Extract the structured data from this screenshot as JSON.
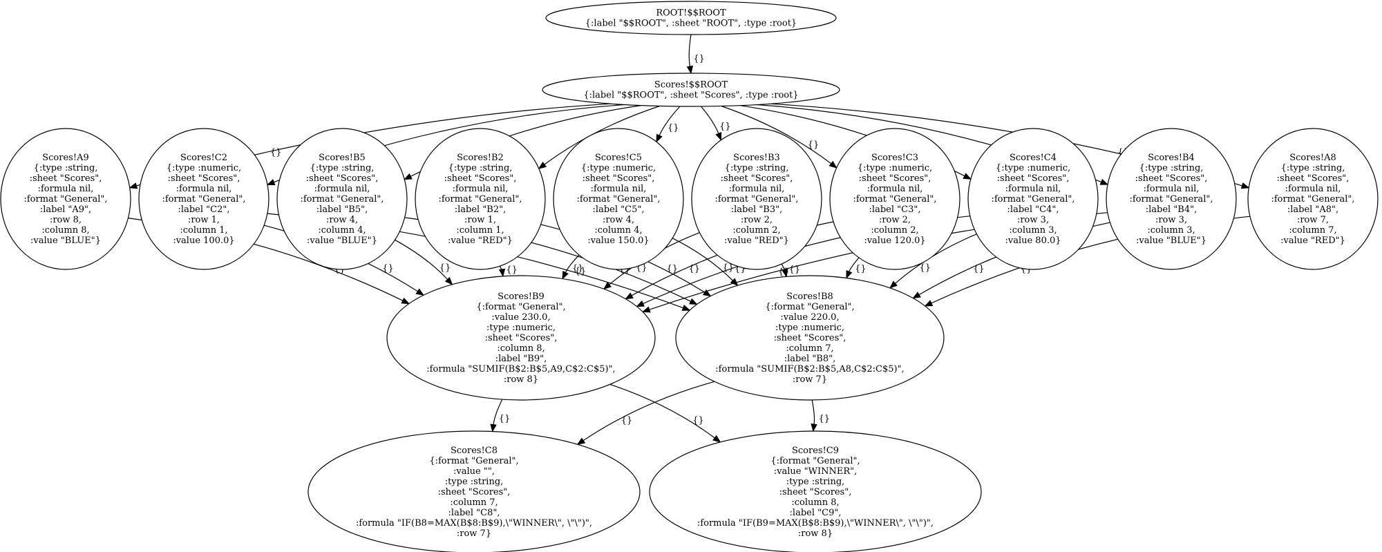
{
  "diagram": {
    "edge_label": "{}",
    "nodes": [
      {
        "id": "root",
        "lines": [
          "ROOT!$$ROOT",
          "{:label \"$$ROOT\", :sheet \"ROOT\", :type :root}"
        ]
      },
      {
        "id": "sroot",
        "lines": [
          "Scores!$$ROOT",
          "{:label \"$$ROOT\", :sheet \"Scores\", :type :root}"
        ]
      },
      {
        "id": "A9",
        "lines": [
          "Scores!A9",
          "{:type :string,",
          ":sheet \"Scores\",",
          ":formula nil,",
          ":format \"General\",",
          ":label \"A9\",",
          ":row 8,",
          ":column 8,",
          ":value \"BLUE\"}"
        ]
      },
      {
        "id": "C2",
        "lines": [
          "Scores!C2",
          "{:type :numeric,",
          ":sheet \"Scores\",",
          ":formula nil,",
          ":format \"General\",",
          ":label \"C2\",",
          ":row 1,",
          ":column 1,",
          ":value 100.0}"
        ]
      },
      {
        "id": "B5",
        "lines": [
          "Scores!B5",
          "{:type :string,",
          ":sheet \"Scores\",",
          ":formula nil,",
          ":format \"General\",",
          ":label \"B5\",",
          ":row 4,",
          ":column 4,",
          ":value \"BLUE\"}"
        ]
      },
      {
        "id": "B2",
        "lines": [
          "Scores!B2",
          "{:type :string,",
          ":sheet \"Scores\",",
          ":formula nil,",
          ":format \"General\",",
          ":label \"B2\",",
          ":row 1,",
          ":column 1,",
          ":value \"RED\"}"
        ]
      },
      {
        "id": "C5",
        "lines": [
          "Scores!C5",
          "{:type :numeric,",
          ":sheet \"Scores\",",
          ":formula nil,",
          ":format \"General\",",
          ":label \"C5\",",
          ":row 4,",
          ":column 4,",
          ":value 150.0}"
        ]
      },
      {
        "id": "B3",
        "lines": [
          "Scores!B3",
          "{:type :string,",
          ":sheet \"Scores\",",
          ":formula nil,",
          ":format \"General\",",
          ":label \"B3\",",
          ":row 2,",
          ":column 2,",
          ":value \"RED\"}"
        ]
      },
      {
        "id": "C3",
        "lines": [
          "Scores!C3",
          "{:type :numeric,",
          ":sheet \"Scores\",",
          ":formula nil,",
          ":format \"General\",",
          ":label \"C3\",",
          ":row 2,",
          ":column 2,",
          ":value 120.0}"
        ]
      },
      {
        "id": "C4",
        "lines": [
          "Scores!C4",
          "{:type :numeric,",
          ":sheet \"Scores\",",
          ":formula nil,",
          ":format \"General\",",
          ":label \"C4\",",
          ":row 3,",
          ":column 3,",
          ":value 80.0}"
        ]
      },
      {
        "id": "B4",
        "lines": [
          "Scores!B4",
          "{:type :string,",
          ":sheet \"Scores\",",
          ":formula nil,",
          ":format \"General\",",
          ":label \"B4\",",
          ":row 3,",
          ":column 3,",
          ":value \"BLUE\"}"
        ]
      },
      {
        "id": "A8",
        "lines": [
          "Scores!A8",
          "{:type :string,",
          ":sheet \"Scores\",",
          ":formula nil,",
          ":format \"General\",",
          ":label \"A8\",",
          ":row 7,",
          ":column 7,",
          ":value \"RED\"}"
        ]
      },
      {
        "id": "B9",
        "lines": [
          "Scores!B9",
          "{:format \"General\",",
          ":value 230.0,",
          ":type :numeric,",
          ":sheet \"Scores\",",
          ":column 8,",
          ":label \"B9\",",
          ":formula \"SUMIF(B$2:B$5,A9,C$2:C$5)\",",
          ":row 8}"
        ]
      },
      {
        "id": "B8",
        "lines": [
          "Scores!B8",
          "{:format \"General\",",
          ":value 220.0,",
          ":type :numeric,",
          ":sheet \"Scores\",",
          ":column 7,",
          ":label \"B8\",",
          ":formula \"SUMIF(B$2:B$5,A8,C$2:C$5)\",",
          ":row 7}"
        ]
      },
      {
        "id": "C8",
        "lines": [
          "Scores!C8",
          "{:format \"General\",",
          ":value \"\",",
          ":type :string,",
          ":sheet \"Scores\",",
          ":column 7,",
          ":label \"C8\",",
          ":formula \"IF(B8=MAX(B$8:B$9),\\\"WINNER\\\", \\\"\\\")\",",
          ":row 7}"
        ]
      },
      {
        "id": "C9",
        "lines": [
          "Scores!C9",
          "{:format \"General\",",
          ":value \"WINNER\",",
          ":type :string,",
          ":sheet \"Scores\",",
          ":column 8,",
          ":label \"C9\",",
          ":formula \"IF(B9=MAX(B$8:B$9),\\\"WINNER\\\", \\\"\\\")\",",
          ":row 8}"
        ]
      }
    ],
    "edges": [
      {
        "from": "root",
        "to": "sroot"
      },
      {
        "from": "sroot",
        "to": "A9"
      },
      {
        "from": "sroot",
        "to": "C2"
      },
      {
        "from": "sroot",
        "to": "B5"
      },
      {
        "from": "sroot",
        "to": "B2"
      },
      {
        "from": "sroot",
        "to": "C5"
      },
      {
        "from": "sroot",
        "to": "B3"
      },
      {
        "from": "sroot",
        "to": "C3"
      },
      {
        "from": "sroot",
        "to": "C4"
      },
      {
        "from": "sroot",
        "to": "B4"
      },
      {
        "from": "sroot",
        "to": "A8"
      },
      {
        "from": "A9",
        "to": "B9"
      },
      {
        "from": "C2",
        "to": "B9"
      },
      {
        "from": "C2",
        "to": "B8"
      },
      {
        "from": "B5",
        "to": "B9"
      },
      {
        "from": "B5",
        "to": "B8"
      },
      {
        "from": "B2",
        "to": "B9"
      },
      {
        "from": "B2",
        "to": "B8"
      },
      {
        "from": "C5",
        "to": "B9"
      },
      {
        "from": "C5",
        "to": "B8"
      },
      {
        "from": "B3",
        "to": "B9"
      },
      {
        "from": "B3",
        "to": "B8"
      },
      {
        "from": "C3",
        "to": "B9"
      },
      {
        "from": "C3",
        "to": "B8"
      },
      {
        "from": "C4",
        "to": "B9"
      },
      {
        "from": "C4",
        "to": "B8"
      },
      {
        "from": "B4",
        "to": "B9"
      },
      {
        "from": "B4",
        "to": "B8"
      },
      {
        "from": "A8",
        "to": "B8"
      },
      {
        "from": "B9",
        "to": "C8"
      },
      {
        "from": "B9",
        "to": "C9"
      },
      {
        "from": "B8",
        "to": "C8"
      },
      {
        "from": "B8",
        "to": "C9"
      }
    ]
  }
}
